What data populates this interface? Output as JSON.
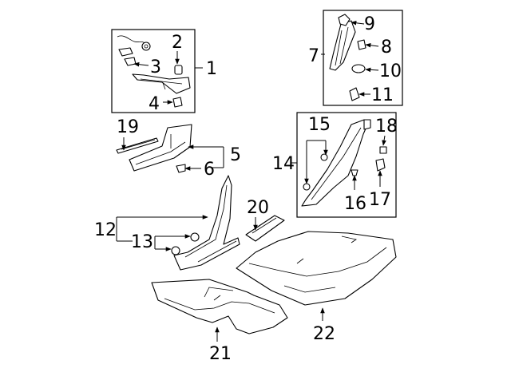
{
  "callouts": {
    "c1": "1",
    "c2": "2",
    "c3": "3",
    "c4": "4",
    "c5": "5",
    "c6": "6",
    "c7": "7",
    "c8": "8",
    "c9": "9",
    "c10": "10",
    "c11": "11",
    "c12": "12",
    "c13": "13",
    "c14": "14",
    "c15": "15",
    "c16": "16",
    "c17": "17",
    "c18": "18",
    "c19": "19",
    "c20": "20",
    "c21": "21",
    "c22": "22"
  }
}
